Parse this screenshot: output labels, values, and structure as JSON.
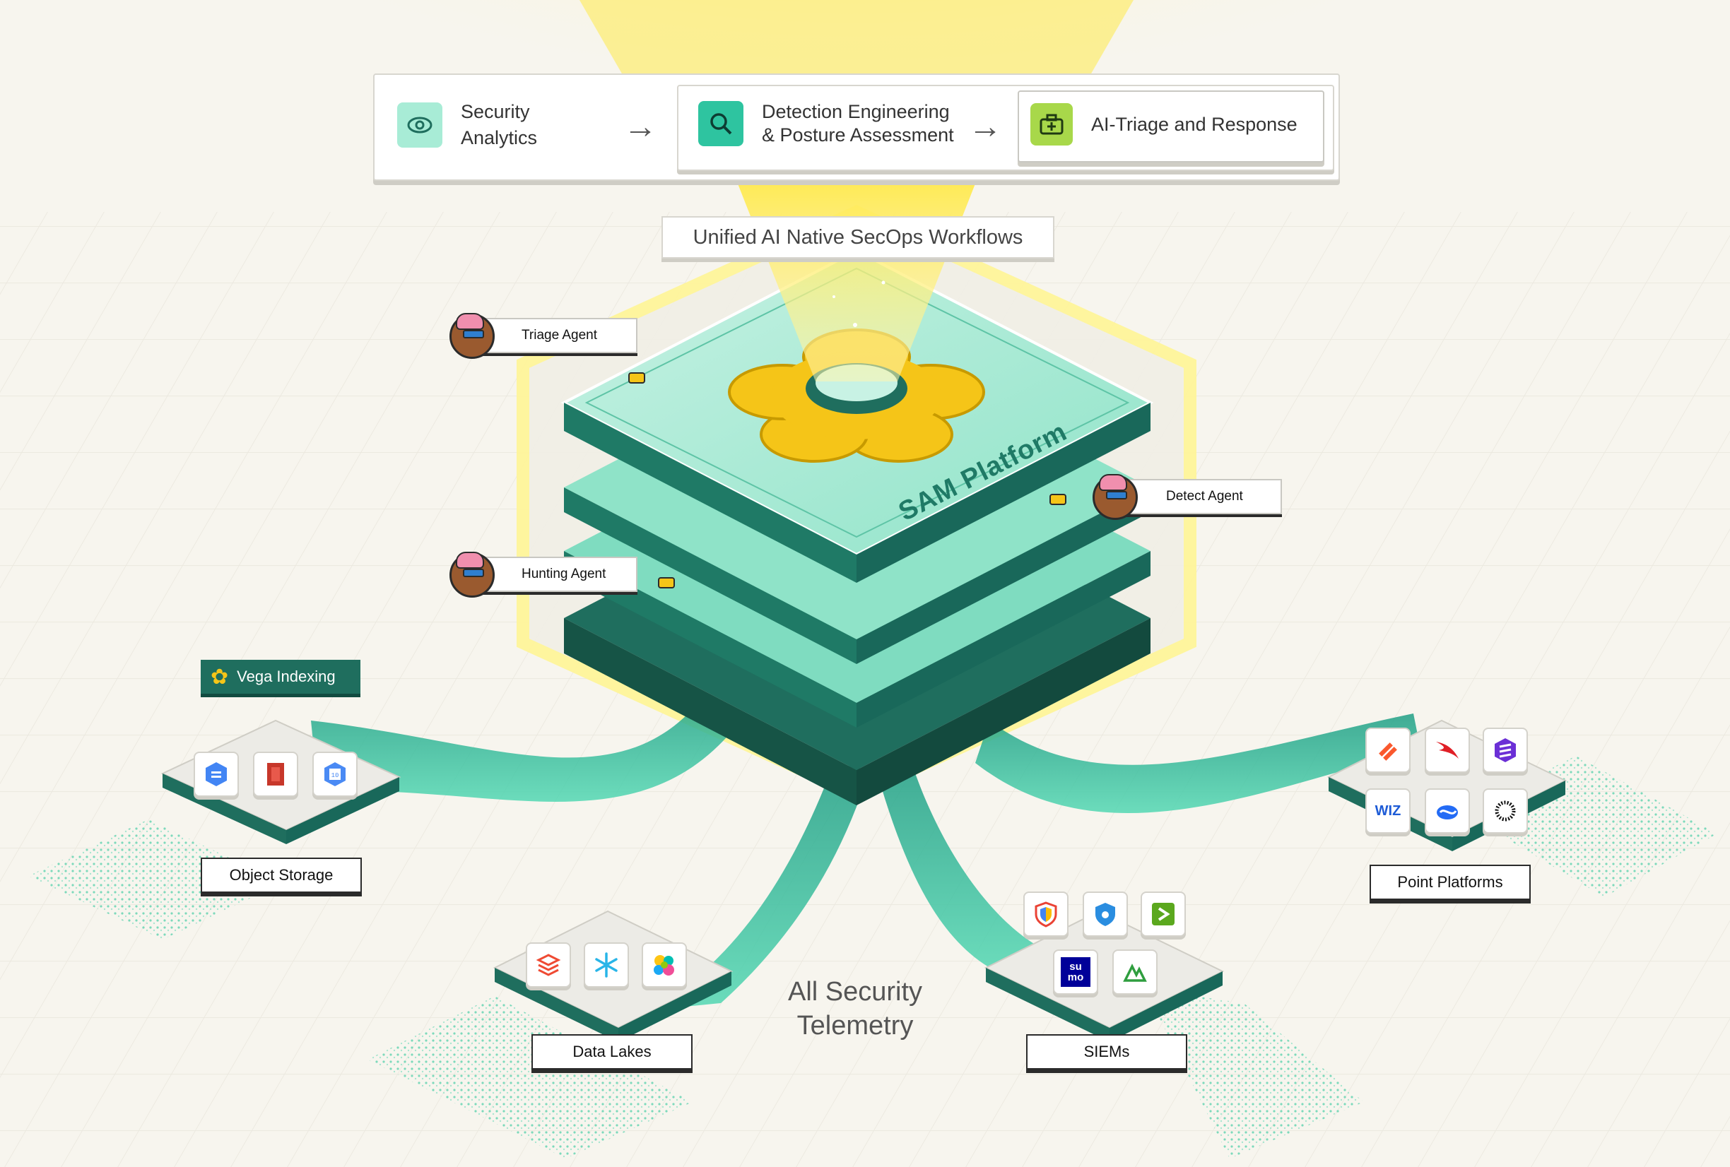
{
  "workflow": {
    "steps": [
      {
        "label_line1": "Security",
        "label_line2": "Analytics",
        "icon": "eye-icon"
      },
      {
        "label_line1": "Detection Engineering",
        "label_line2": "& Posture Assessment",
        "icon": "search-icon"
      },
      {
        "label_line1": "AI-Triage and Response",
        "label_line2": "",
        "icon": "medkit-icon"
      }
    ]
  },
  "unified_label": "Unified AI Native SecOps Workflows",
  "platform_label": "SAM Platform",
  "agents": {
    "triage": "Triage Agent",
    "detect": "Detect Agent",
    "hunting": "Hunting Agent"
  },
  "vega_label": "Vega Indexing",
  "sources": {
    "object_storage": {
      "label": "Object Storage",
      "icons": [
        "gcs-icon",
        "s3-icon",
        "cloud-storage-icon"
      ]
    },
    "data_lakes": {
      "label": "Data Lakes",
      "icons": [
        "databricks-icon",
        "snowflake-icon",
        "elastic-icon"
      ]
    },
    "siems": {
      "label": "SIEMs",
      "icons": [
        "chronicle-icon",
        "sentinel-icon",
        "splunk-icon",
        "sumo-logic-icon",
        "elastic-siem-icon"
      ]
    },
    "point_platforms": {
      "label": "Point Platforms",
      "icons": [
        "palo-alto-icon",
        "crowdstrike-icon",
        "sentinelone-icon",
        "wiz-icon",
        "zscaler-icon",
        "okta-icon"
      ]
    }
  },
  "sumo_text": "su\nmo",
  "wiz_text": "WIZ",
  "telemetry_line1": "All Security",
  "telemetry_line2": "Telemetry",
  "colors": {
    "teal": "#2ec4a0",
    "dark_teal": "#1f6e5e",
    "flower": "#f5c518",
    "glow": "#fff27a",
    "background": "#f7f5ee"
  }
}
